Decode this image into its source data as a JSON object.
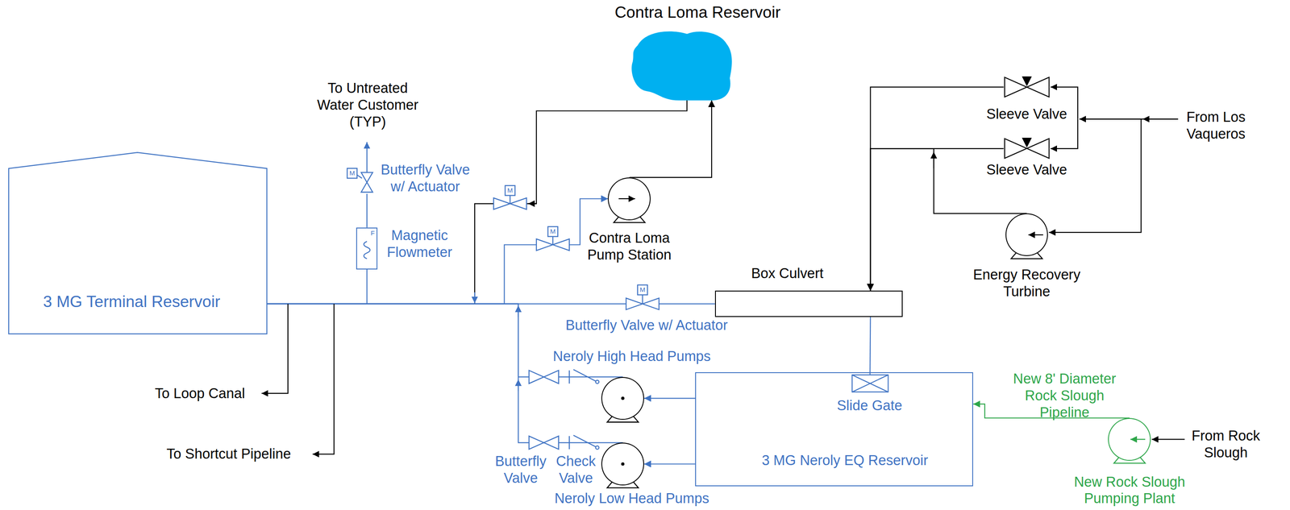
{
  "diagram": {
    "nodes": [
      {
        "text": [
          "Contra Loma Reservoir"
        ]
      },
      {
        "text": [
          "Sleeve Valve"
        ]
      },
      {
        "text": [
          "Sleeve Valve"
        ]
      },
      {
        "text": [
          "F",
          "Magnetic Flowmeter"
        ]
      },
      {
        "text": [
          "Contra Loma Pump Station"
        ]
      },
      {
        "text": [
          "Energy Recovery Turbine"
        ]
      },
      {
        "text": [
          "3 MG Terminal Reservoir"
        ]
      },
      {
        "text": [
          "Box Culvert"
        ]
      },
      {
        "text": [
          "Neroly High Head Pumps"
        ]
      },
      {
        "text": [
          "3 MG Neroly EQ Reservoir"
        ]
      },
      {
        "text": [
          "Slide Gate"
        ],
        "in": 9
      },
      {
        "text": [
          "Neroly Low Head Pumps"
        ]
      },
      {
        "text": [
          "New Rock Slough Pumping Plant"
        ]
      }
    ],
    "edges": [
      {
        "from": 4,
        "to": 0,
        "arrow": "to"
      },
      {
        "from": 0,
        "to": 6,
        "arrow": "none"
      },
      {
        "from": 6,
        "to": 4,
        "arrow": "to"
      },
      {
        "from": 1,
        "to": 7,
        "arrow": "to"
      },
      {
        "from": 2,
        "to": 7,
        "arrow": "to"
      },
      {
        "from": 5,
        "to": 7,
        "arrow": "to"
      },
      {
        "from": 7,
        "to": 10,
        "arrow": "none"
      },
      {
        "from": 7,
        "to": 6,
        "arrow": "none"
      },
      {
        "from": 9,
        "to": 8,
        "arrow": "to"
      },
      {
        "from": 9,
        "to": 11,
        "arrow": "to"
      },
      {
        "from": 12,
        "to": 9,
        "arrow": "to"
      },
      {
        "from": 8,
        "to": 6,
        "arrow": "none"
      },
      {
        "from": 11,
        "to": 6,
        "arrow": "none"
      },
      {
        "from": 6,
        "to": 3,
        "arrow": "none"
      }
    ],
    "labels": [
      "To Untreated Water Customer (TYP)",
      "M",
      "Butterfly Valve w/ Actuator",
      "M",
      "M",
      "From Los Vaqueros",
      "M",
      "Butterfly Valve w/ Actuator",
      "To Loop Canal",
      "New 8' Diameter Rock Slough Pipeline",
      "From Rock Slough",
      "To Shortcut Pipeline",
      "Butterfly Valve",
      "Check Valve"
    ]
  }
}
